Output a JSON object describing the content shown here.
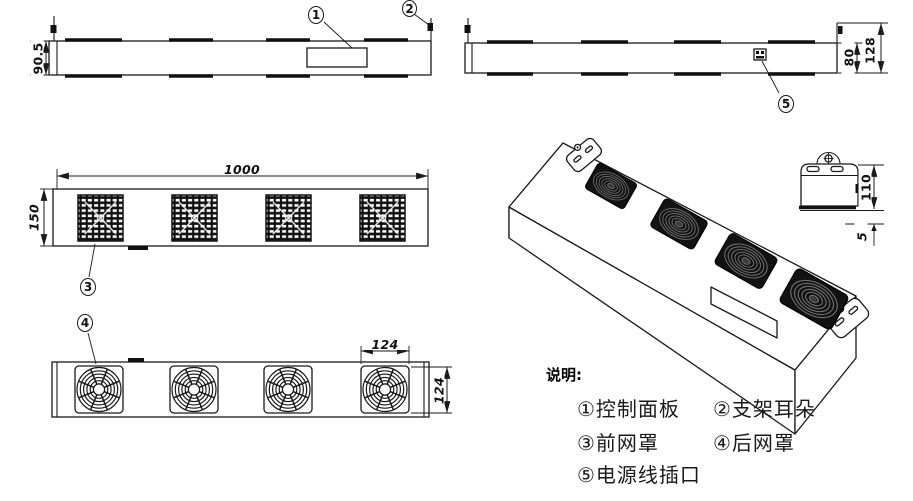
{
  "drawing": {
    "background": "#ffffff",
    "line_color": "#1a1a1a",
    "dims": {
      "front_height": "90.5",
      "rear_height": "80",
      "rear_total_height": "128",
      "overall_length": "1000",
      "body_width": "150",
      "fan_cutout_width": "124",
      "fan_cutout_height": "124",
      "end_height": "110",
      "bottom_gap": "5"
    },
    "callouts": [
      "1",
      "2",
      "3",
      "4",
      "5"
    ],
    "legend": {
      "title": "说明:",
      "items": [
        "①控制面板",
        "②支架耳朵",
        "③前网罩",
        "④后网罩",
        "⑤电源线插口"
      ]
    }
  }
}
